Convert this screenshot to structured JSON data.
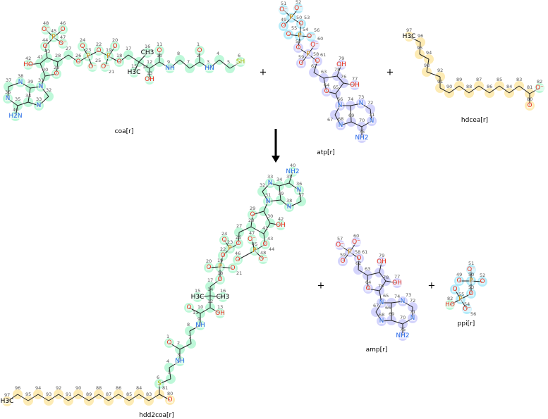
{
  "colors": {
    "O": "#e8321e",
    "N": "#2a6ce8",
    "P": "#d08a00",
    "S": "#a4b800",
    "C": "#000000",
    "g": "rgba(110,240,170,0.45)",
    "b": "rgba(170,170,250,0.5)",
    "c": "rgba(120,220,245,0.55)",
    "y": "rgba(252,225,140,0.65)"
  },
  "reaction": {
    "plus": "+",
    "arrow": "down-arrow"
  },
  "molecules": [
    {
      "id": "coa",
      "name": "coa[r]",
      "atoms": [
        [
          "48",
          "O⁻",
          "g"
        ],
        [
          "46",
          "O",
          "g"
        ],
        [
          "45",
          "P",
          "g"
        ],
        [
          "44",
          "O",
          "g"
        ],
        [
          "47",
          "O⁻",
          "g"
        ],
        [
          "43",
          "",
          "g"
        ],
        [
          "42",
          "HO",
          "g"
        ],
        [
          "41",
          "",
          "g"
        ],
        [
          "28",
          "",
          "g"
        ],
        [
          "27",
          "",
          "g"
        ],
        [
          "29",
          "O",
          "g"
        ],
        [
          "30",
          "",
          "g"
        ],
        [
          "26",
          "O",
          "g"
        ],
        [
          "23",
          "P",
          "g"
        ],
        [
          "24",
          "O",
          "g"
        ],
        [
          "25",
          "O⁻",
          "g"
        ],
        [
          "22",
          "O",
          "g"
        ],
        [
          "19",
          "P",
          "g"
        ],
        [
          "20",
          "O",
          "g"
        ],
        [
          "21",
          "O⁻",
          "g"
        ],
        [
          "18",
          "O",
          "g"
        ],
        [
          "17",
          "",
          "g"
        ],
        [
          "14",
          "",
          "g"
        ],
        [
          "16",
          "CH3",
          "g"
        ],
        [
          "15",
          "H3C",
          "g"
        ],
        [
          "12",
          "",
          "g"
        ],
        [
          "13",
          "OH",
          "g"
        ],
        [
          "10",
          "",
          "g"
        ],
        [
          "11",
          "O",
          "g"
        ],
        [
          "9",
          "NH",
          "g"
        ],
        [
          "8",
          "",
          "g"
        ],
        [
          "7",
          "",
          "g"
        ],
        [
          "2",
          "",
          "g"
        ],
        [
          "1",
          "O",
          "g"
        ],
        [
          "3",
          "HN",
          "g"
        ],
        [
          "4",
          "",
          "g"
        ],
        [
          "5",
          "",
          "g"
        ],
        [
          "6",
          "SH",
          "g"
        ],
        [
          "31",
          "N",
          "g"
        ],
        [
          "32",
          "",
          "g"
        ],
        [
          "33",
          "N",
          "g"
        ],
        [
          "34",
          "",
          "g"
        ],
        [
          "39",
          "",
          "g"
        ],
        [
          "38",
          "N",
          "g"
        ],
        [
          "37",
          "",
          "g"
        ],
        [
          "36",
          "N",
          "g"
        ],
        [
          "35",
          "",
          "g"
        ],
        [
          "40",
          "H2N",
          "g"
        ]
      ]
    },
    {
      "id": "atp",
      "name": "atp[r]",
      "atoms": [
        [
          "51",
          "O⁻",
          "c"
        ],
        [
          "52",
          "O⁻",
          "c"
        ],
        [
          "50",
          "P",
          "c"
        ],
        [
          "49",
          "O",
          "c"
        ],
        [
          "53",
          "O",
          "c"
        ],
        [
          "55",
          "O",
          "c"
        ],
        [
          "54",
          "P",
          "c"
        ],
        [
          "56",
          "O⁻",
          "c"
        ],
        [
          "57",
          "O",
          "b"
        ],
        [
          "60",
          "O⁻",
          "b"
        ],
        [
          "58",
          "P",
          "b"
        ],
        [
          "59",
          "O",
          "b"
        ],
        [
          "61",
          "O",
          "b"
        ],
        [
          "62",
          "",
          "b"
        ],
        [
          "63",
          "",
          "b"
        ],
        [
          "78",
          "",
          "b"
        ],
        [
          "79",
          "OH",
          "b"
        ],
        [
          "76",
          "",
          "b"
        ],
        [
          "77",
          "OH",
          "b"
        ],
        [
          "65",
          "",
          "b"
        ],
        [
          "64",
          "O",
          "b"
        ],
        [
          "66",
          "N",
          "b"
        ],
        [
          "74",
          "",
          "b"
        ],
        [
          "73",
          "N",
          "b"
        ],
        [
          "72",
          "",
          "b"
        ],
        [
          "71",
          "N",
          "b"
        ],
        [
          "70",
          "",
          "b"
        ],
        [
          "69",
          "",
          "b"
        ],
        [
          "68",
          "N",
          "b"
        ],
        [
          "67",
          "",
          "b"
        ],
        [
          "75",
          "NH2",
          "b"
        ]
      ]
    },
    {
      "id": "hdcea",
      "name": "hdcea[r]",
      "atoms": [
        [
          "97",
          "H3C",
          "y"
        ],
        [
          "96",
          "",
          "y"
        ],
        [
          "95",
          "",
          "y"
        ],
        [
          "94",
          "",
          "y"
        ],
        [
          "93",
          "",
          "y"
        ],
        [
          "92",
          "",
          "y"
        ],
        [
          "91",
          "",
          "y"
        ],
        [
          "90",
          "",
          "y"
        ],
        [
          "89",
          "",
          "y"
        ],
        [
          "88",
          "",
          "y"
        ],
        [
          "87",
          "",
          "y"
        ],
        [
          "86",
          "",
          "y"
        ],
        [
          "85",
          "",
          "y"
        ],
        [
          "84",
          "",
          "y"
        ],
        [
          "83",
          "",
          "y"
        ],
        [
          "81",
          "",
          "y"
        ],
        [
          "82",
          "O⁻",
          "g"
        ],
        [
          "80",
          "O",
          "y"
        ]
      ]
    },
    {
      "id": "hdd2coa",
      "name": "hdd2coa[r]",
      "atoms": [
        [
          "40",
          "NH2",
          "g"
        ],
        [
          "33",
          "N",
          "g"
        ],
        [
          "32",
          "",
          "g"
        ],
        [
          "31",
          "N",
          "g"
        ],
        [
          "39",
          "",
          "g"
        ],
        [
          "34",
          "",
          "g"
        ],
        [
          "35",
          "",
          "g"
        ],
        [
          "36",
          "N",
          "g"
        ],
        [
          "37",
          "",
          "g"
        ],
        [
          "38",
          "N",
          "g"
        ],
        [
          "30",
          "",
          "g"
        ],
        [
          "29",
          "O",
          "g"
        ],
        [
          "41",
          "",
          "g"
        ],
        [
          "42",
          "OH",
          "g"
        ],
        [
          "28",
          "",
          "g"
        ],
        [
          "43",
          "",
          "g"
        ],
        [
          "27",
          "",
          "g"
        ],
        [
          "26",
          "O",
          "g"
        ],
        [
          "47",
          "O⁻",
          "g"
        ],
        [
          "44",
          "O",
          "g"
        ],
        [
          "24",
          "O",
          "g"
        ],
        [
          "23",
          "P",
          "g"
        ],
        [
          "45",
          "P",
          "g"
        ],
        [
          "46",
          "O",
          "g"
        ],
        [
          "48",
          "O⁻",
          "g"
        ],
        [
          "22",
          "O",
          "g"
        ],
        [
          "19",
          "P",
          "g"
        ],
        [
          "20",
          "O",
          "g"
        ],
        [
          "21",
          "O",
          "g"
        ],
        [
          "18",
          "O",
          "g"
        ],
        [
          "17",
          "",
          "g"
        ],
        [
          "14",
          "",
          "g"
        ],
        [
          "15",
          "H3C",
          "g"
        ],
        [
          "16",
          "CH3",
          "g"
        ],
        [
          "12",
          "",
          "g"
        ],
        [
          "13",
          "OH",
          "g"
        ],
        [
          "10",
          "",
          "g"
        ],
        [
          "11",
          "O",
          "g"
        ],
        [
          "9",
          "NH",
          "g"
        ],
        [
          "8",
          "",
          "g"
        ],
        [
          "7",
          "",
          "g"
        ],
        [
          "2",
          "",
          "g"
        ],
        [
          "1",
          "O",
          "g"
        ],
        [
          "3",
          "NH",
          "g"
        ],
        [
          "4",
          "",
          "g"
        ],
        [
          "5",
          "",
          "g"
        ],
        [
          "6",
          "S",
          "g"
        ],
        [
          "81",
          "",
          "y"
        ],
        [
          "80",
          "O",
          "y"
        ],
        [
          "83",
          "",
          "y"
        ],
        [
          "84",
          "",
          "y"
        ],
        [
          "85",
          "",
          "y"
        ],
        [
          "86",
          "",
          "y"
        ],
        [
          "87",
          "",
          "y"
        ],
        [
          "88",
          "",
          "y"
        ],
        [
          "89",
          "",
          "y"
        ],
        [
          "90",
          "",
          "y"
        ],
        [
          "91",
          "",
          "y"
        ],
        [
          "92",
          "",
          "y"
        ],
        [
          "93",
          "",
          "y"
        ],
        [
          "94",
          "",
          "y"
        ],
        [
          "95",
          "",
          "y"
        ],
        [
          "96",
          "",
          "y"
        ],
        [
          "97",
          "H3C",
          "y"
        ]
      ]
    },
    {
      "id": "amp",
      "name": "amp[r]",
      "atoms": [
        [
          "57",
          "O⁻",
          "b"
        ],
        [
          "60",
          "O⁻",
          "b"
        ],
        [
          "58",
          "P",
          "b"
        ],
        [
          "59",
          "O",
          "b"
        ],
        [
          "61",
          "O",
          "b"
        ],
        [
          "62",
          "",
          "b"
        ],
        [
          "63",
          "",
          "b"
        ],
        [
          "78",
          "",
          "b"
        ],
        [
          "79",
          "OH",
          "b"
        ],
        [
          "76",
          "",
          "b"
        ],
        [
          "77",
          "OH",
          "b"
        ],
        [
          "65",
          "",
          "b"
        ],
        [
          "64",
          "O",
          "b"
        ],
        [
          "66",
          "N",
          "b"
        ],
        [
          "74",
          "",
          "b"
        ],
        [
          "73",
          "N",
          "b"
        ],
        [
          "72",
          "",
          "b"
        ],
        [
          "71",
          "N",
          "b"
        ],
        [
          "70",
          "",
          "b"
        ],
        [
          "69",
          "",
          "b"
        ],
        [
          "68",
          "N",
          "b"
        ],
        [
          "67",
          "",
          "b"
        ],
        [
          "75",
          "NH2",
          "b"
        ]
      ]
    },
    {
      "id": "ppi",
      "name": "ppi[r]",
      "atoms": [
        [
          "51",
          "O⁻",
          "c"
        ],
        [
          "50",
          "P",
          "c"
        ],
        [
          "49",
          "O",
          "c"
        ],
        [
          "52",
          "O",
          "c"
        ],
        [
          "53",
          "O",
          "c"
        ],
        [
          "55",
          "O",
          "c"
        ],
        [
          "54",
          "P",
          "c"
        ],
        [
          "82",
          "HO",
          "g"
        ],
        [
          "56",
          "O⁻",
          "c"
        ]
      ]
    }
  ]
}
